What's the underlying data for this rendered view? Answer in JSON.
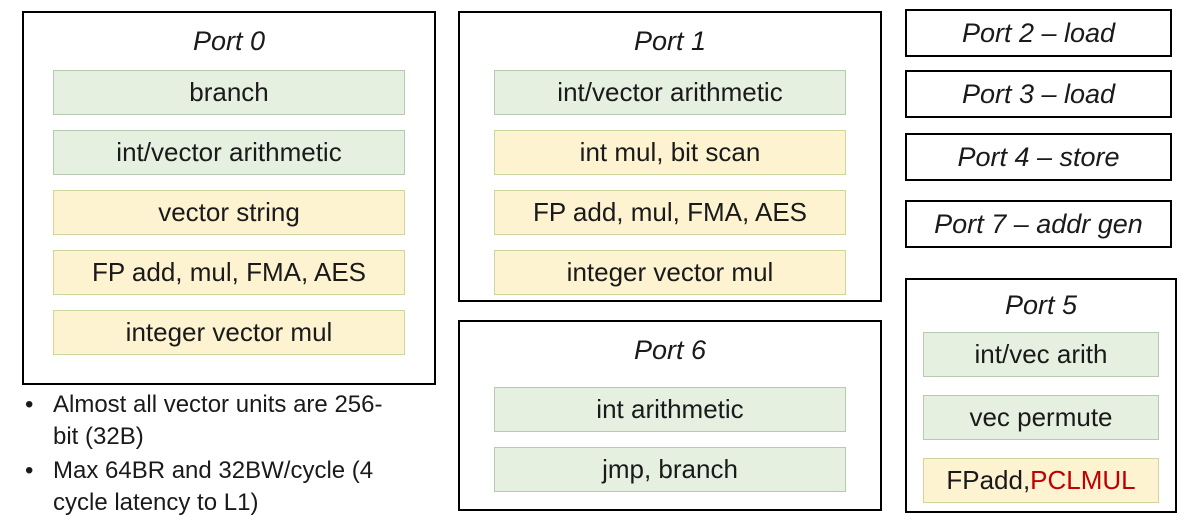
{
  "colors": {
    "background": "#ffffff",
    "box_border": "#000000",
    "green_fill": "#e5f0e1",
    "green_border": "#b7c9b1",
    "yellow_fill": "#fdf3d1",
    "yellow_border": "#ccd79e",
    "highlight_red": "#c00000",
    "text": "#1a1a1a"
  },
  "ports": [
    {
      "title": "Port 0",
      "rows": [
        {
          "label": "branch",
          "type": "green"
        },
        {
          "label": "int/vector arithmetic",
          "type": "green"
        },
        {
          "label": "vector string",
          "type": "yellow"
        },
        {
          "label": "FP add, mul, FMA, AES",
          "type": "yellow"
        },
        {
          "label": "integer vector mul",
          "type": "yellow"
        }
      ]
    },
    {
      "title": "Port 1",
      "rows": [
        {
          "label": "int/vector arithmetic",
          "type": "green"
        },
        {
          "label": "int mul, bit scan",
          "type": "yellow"
        },
        {
          "label": "FP add, mul, FMA, AES",
          "type": "yellow"
        },
        {
          "label": "integer vector mul",
          "type": "yellow"
        }
      ]
    },
    {
      "title": "Port 6",
      "rows": [
        {
          "label": "int arithmetic",
          "type": "green"
        },
        {
          "label": "jmp, branch",
          "type": "green"
        }
      ]
    },
    {
      "title": "Port 5",
      "rows": [
        {
          "label": "int/vec arith",
          "type": "green"
        },
        {
          "label": "vec permute",
          "type": "green"
        },
        {
          "prefix": "FPadd, ",
          "highlight": "PCLMUL",
          "type": "yellow"
        }
      ]
    }
  ],
  "single_ports": [
    {
      "label": "Port 2 – load"
    },
    {
      "label": "Port 3 – load"
    },
    {
      "label": "Port 4 – store"
    },
    {
      "label": "Port 7 – addr gen"
    }
  ],
  "notes": [
    {
      "text": "Almost all vector units are 256-\nbit (32B)"
    },
    {
      "text": "Max 64BR and 32BW/cycle (4\ncycle latency to L1)"
    }
  ]
}
